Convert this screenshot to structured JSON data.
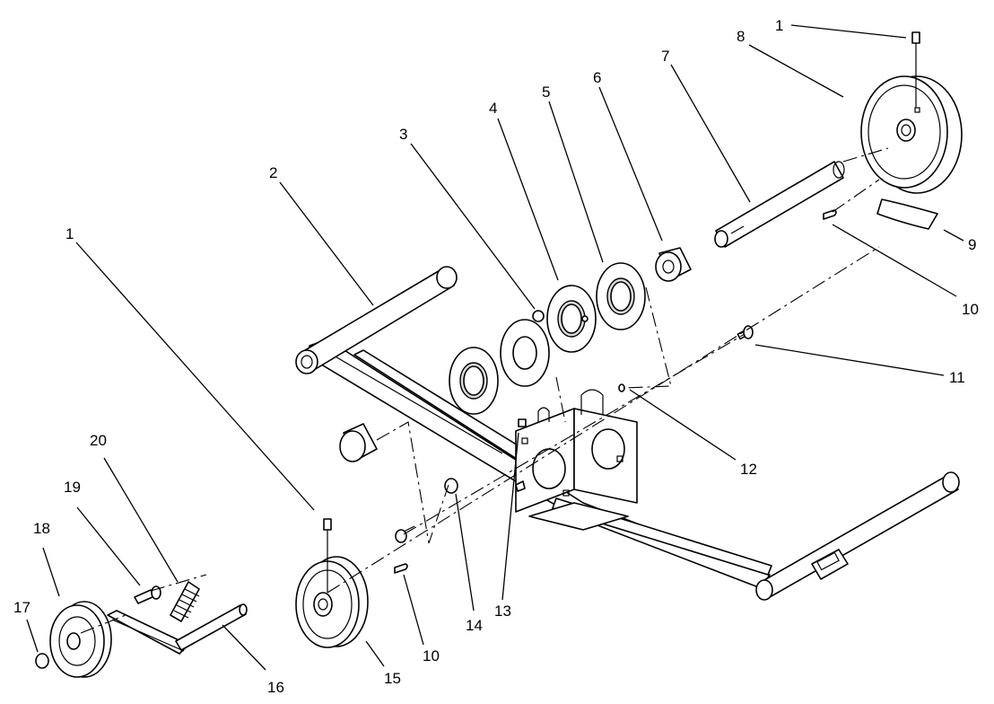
{
  "callouts": [
    {
      "key": "c1a",
      "text": "1"
    },
    {
      "key": "c8",
      "text": "8"
    },
    {
      "key": "c7",
      "text": "7"
    },
    {
      "key": "c6",
      "text": "6"
    },
    {
      "key": "c5",
      "text": "5"
    },
    {
      "key": "c4",
      "text": "4"
    },
    {
      "key": "c3",
      "text": "3"
    },
    {
      "key": "c2",
      "text": "2"
    },
    {
      "key": "c1b",
      "text": "1"
    },
    {
      "key": "c9",
      "text": "9"
    },
    {
      "key": "c10a",
      "text": "10"
    },
    {
      "key": "c11",
      "text": "11"
    },
    {
      "key": "c12",
      "text": "12"
    },
    {
      "key": "c13",
      "text": "13"
    },
    {
      "key": "c14",
      "text": "14"
    },
    {
      "key": "c10b",
      "text": "10"
    },
    {
      "key": "c15",
      "text": "15"
    },
    {
      "key": "c16",
      "text": "16"
    },
    {
      "key": "c17",
      "text": "17"
    },
    {
      "key": "c18",
      "text": "18"
    },
    {
      "key": "c19",
      "text": "19"
    },
    {
      "key": "c20",
      "text": "20"
    }
  ],
  "colors": {
    "line": "#000000",
    "background": "#ffffff",
    "shade": "#d9d9d9"
  }
}
